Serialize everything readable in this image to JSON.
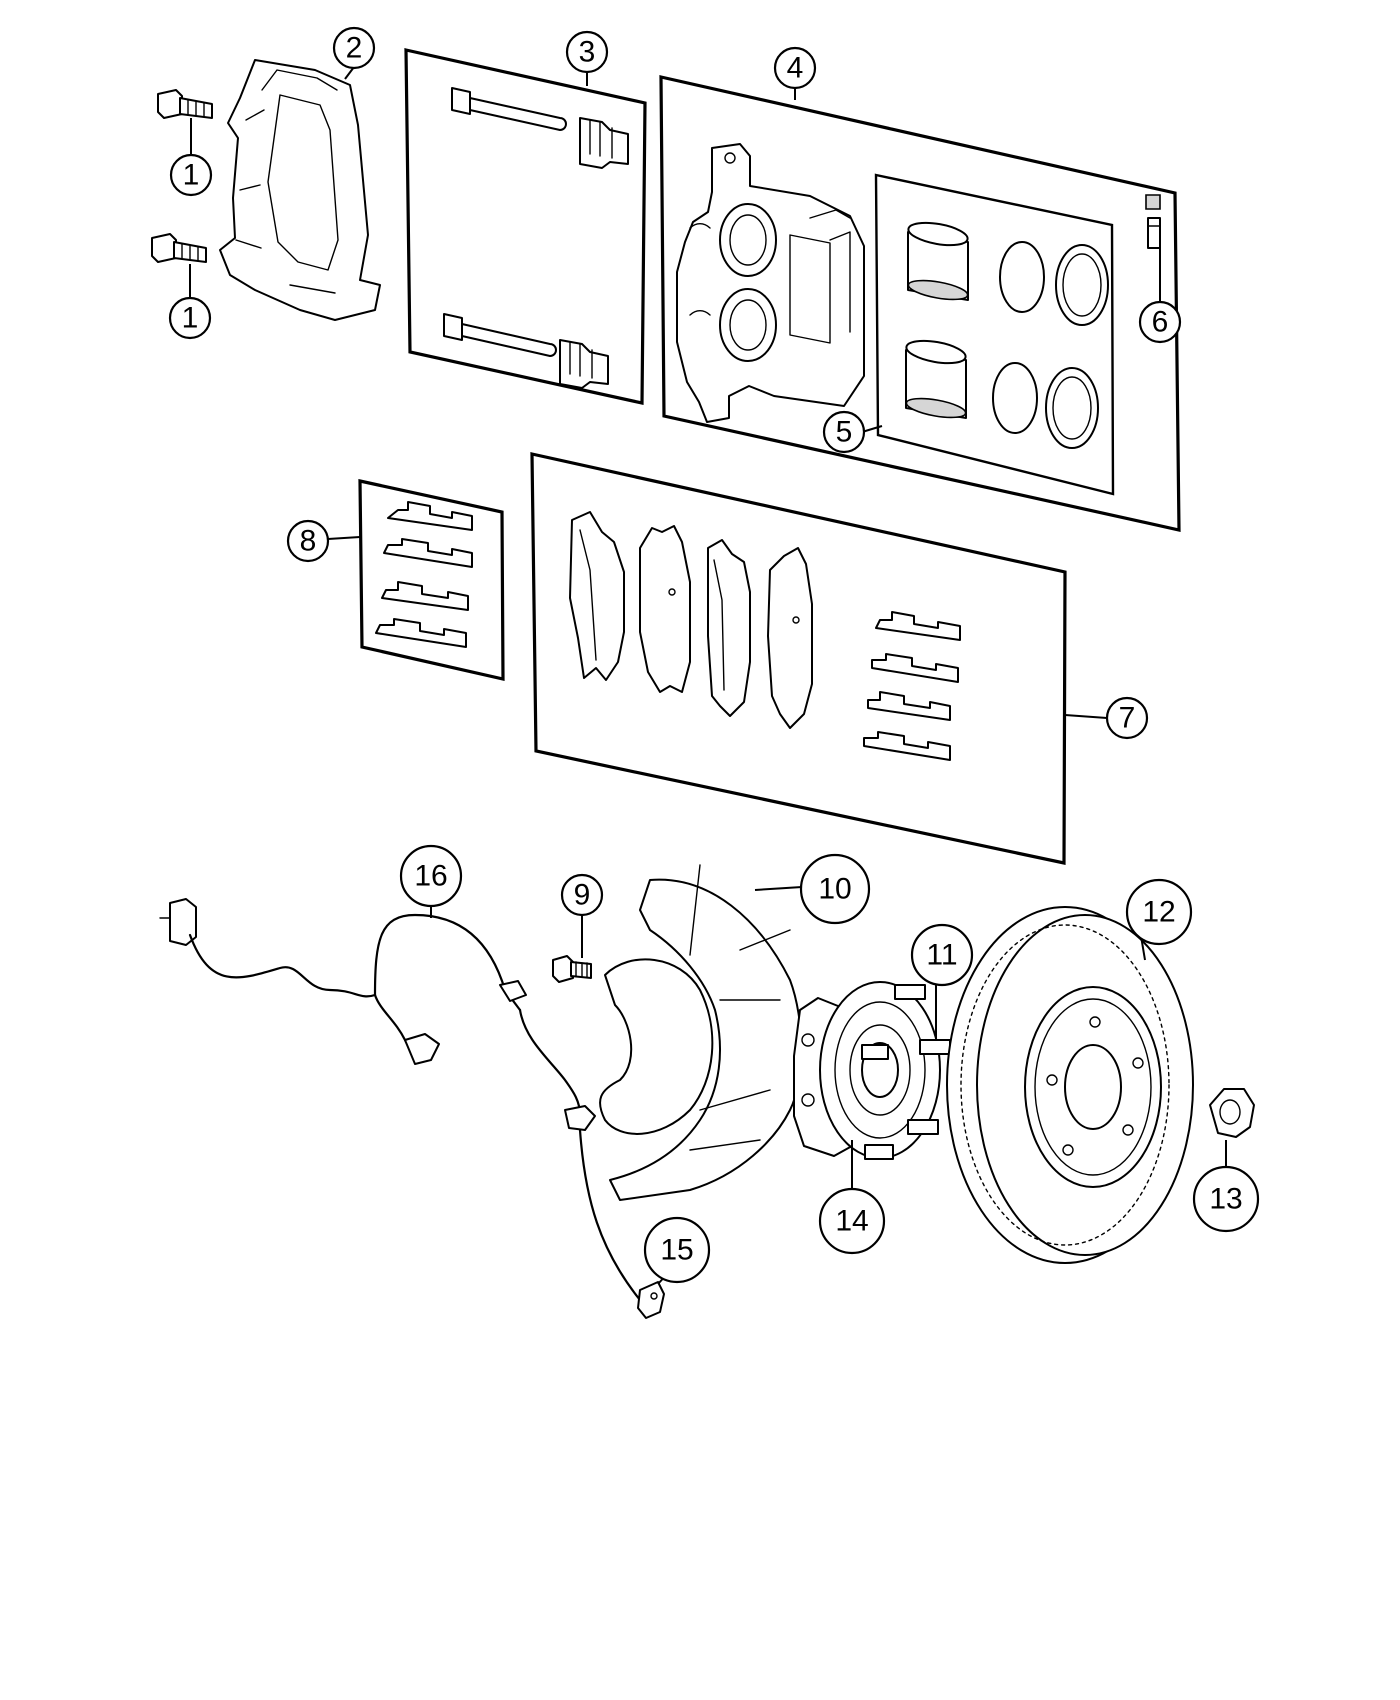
{
  "callouts": {
    "c1a": "1",
    "c1b": "1",
    "c2": "2",
    "c3": "3",
    "c4": "4",
    "c5": "5",
    "c6": "6",
    "c7": "7",
    "c8": "8",
    "c9": "9",
    "c10": "10",
    "c11": "11",
    "c12": "12",
    "c13": "13",
    "c14": "14",
    "c15": "15",
    "c16": "16"
  }
}
